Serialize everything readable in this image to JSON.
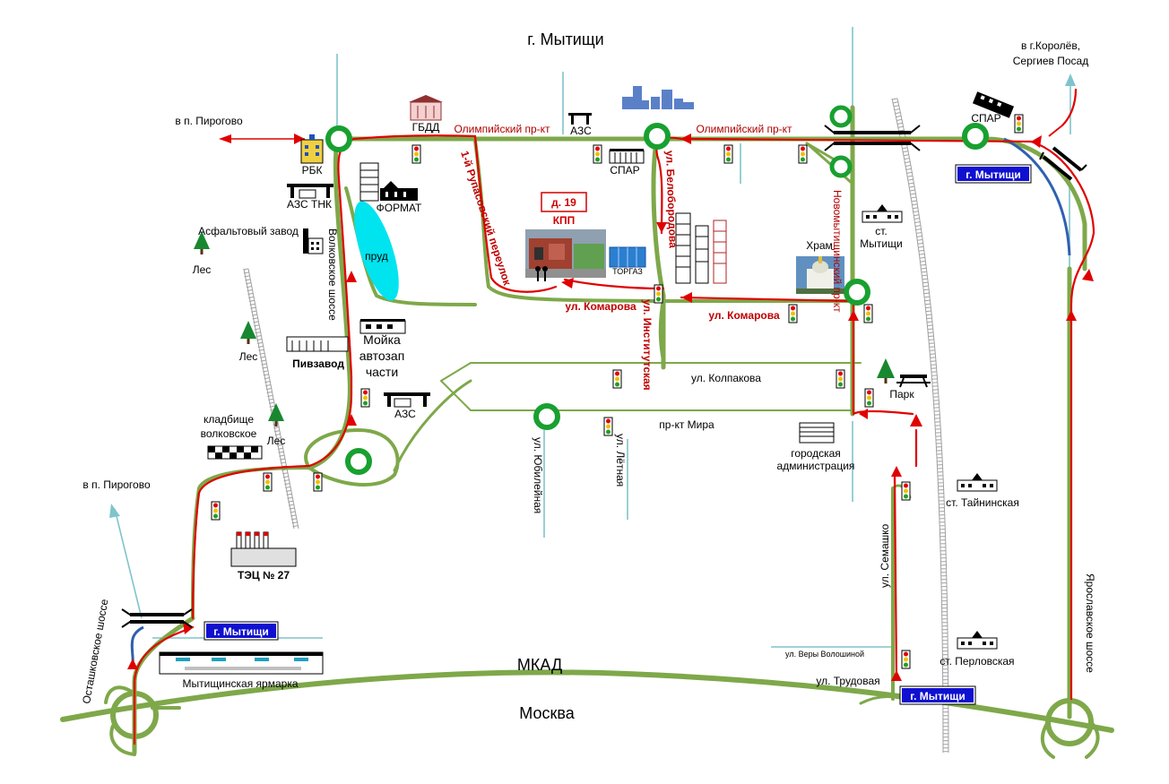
{
  "labels": {
    "city_top": "г. Мытищи",
    "korolev_line1": "в г.Королёв,",
    "korolev_line2": "Сергиев Посад",
    "pirogovo_top": "в п. Пирогово",
    "pirogovo_left": "в п. Пирогово",
    "rbk": "РБК",
    "azs_tnk": "АЗС ТНК",
    "gbdd": "ГБДД",
    "azs_top": "АЗС",
    "spar_mid": "СПАР",
    "spar_right": "СПАР",
    "olympic_left": "Олимпийский пр-кт",
    "olympic_right": "Олимпийский пр-кт",
    "rupasovsky": "1-й Рупасовский переулок",
    "beloborodova": "ул. Белобородова",
    "novomytishinsky": "Новомытищинский пр-кт",
    "format": "ФОРМАТ",
    "asphalt": "Асфальтовый завод",
    "les_1": "Лес",
    "les_2": "Лес",
    "les_3": "Лес",
    "prud": "пруд",
    "volkovskoe_shosse": "Волковское шоссе",
    "moika_1": "Мойка",
    "moika_2": "автозап",
    "moika_3": "части",
    "pivzavod": "Пивзавод",
    "azs_mid": "АЗС",
    "kladbische_1": "кладбище",
    "kladbische_2": "волковское",
    "tec": "ТЭЦ № 27",
    "ostashkovskoe": "Осташковское шоссе",
    "yarmarka": "Мытищинская ярмарка",
    "mkad": "МКАД",
    "moskva": "Москва",
    "kpp_num": "д. 19",
    "kpp": "КПП",
    "torgaz": "ТОРГАЗ",
    "komarova_left": "ул. Комарова",
    "komarova_right": "ул. Комарова",
    "institutskaya": "ул. Институтская",
    "kolpakova": "ул. Колпакова",
    "prospekt_mira": "пр-кт Мира",
    "yubileinaya": "ул. Юбилейная",
    "letnaya": "ул. Лётная",
    "park": "Парк",
    "admin_1": "городская",
    "admin_2": "администрация",
    "hram": "Храм",
    "st_mytishi_1": "ст.",
    "st_mytishi_2": "Мытищи",
    "st_tainin": "ст. Тайнинская",
    "st_perlov": "ст. Перловская",
    "semashko": "ул. Семашко",
    "very_voloshinoi": "ул. Веры Волошиной",
    "trudovaya": "ул. Трудовая",
    "yaroslavskoe": "Ярославское шоссе"
  },
  "badges": {
    "mytishi_left": "г. Мытищи",
    "mytishi_right": "г. Мытищи",
    "mytishi_bottom": "г. Мытищи"
  },
  "colors": {
    "road": "#7ea84a",
    "route": "#e00000",
    "badge_bg": "#1010d0",
    "water": "#00e0f0",
    "roundabout": "#18a030"
  }
}
